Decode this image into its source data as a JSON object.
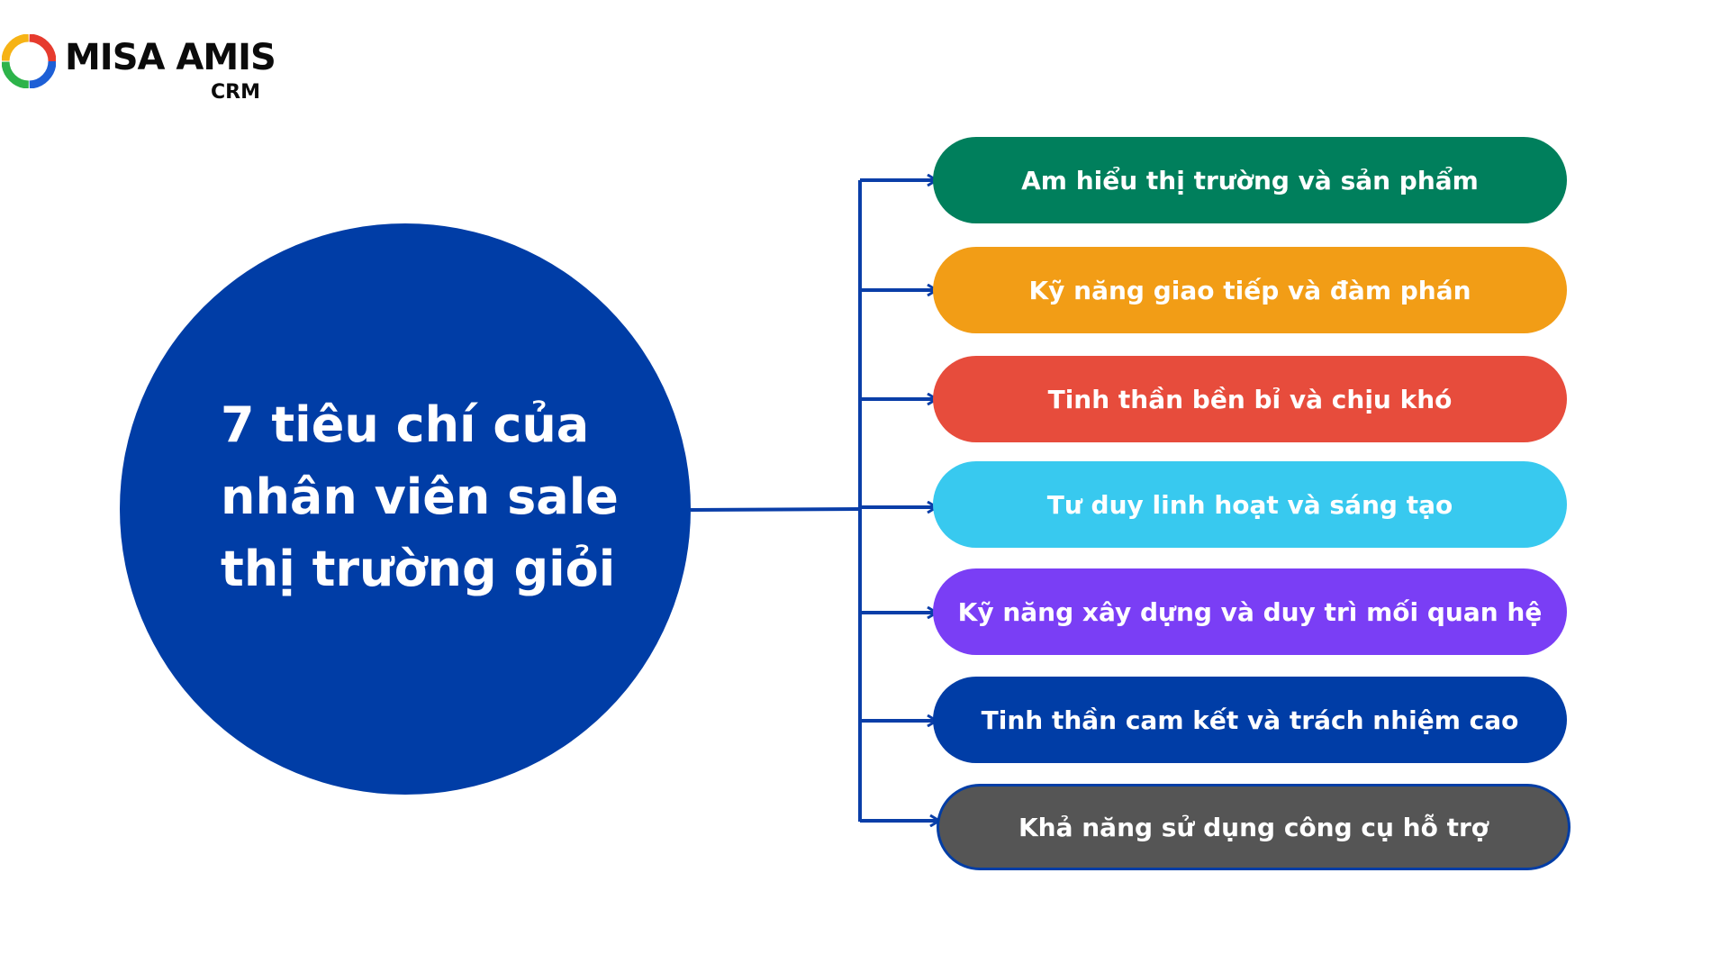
{
  "logo": {
    "brand": "MISA AMIS",
    "product": "CRM",
    "icon": "misa-amis-logo-icon"
  },
  "center": {
    "title": "7 tiêu chí của\nnhân viên sale\nthị trường giỏi",
    "color": "#003da6"
  },
  "criteria": [
    {
      "label": "Am hiểu thị trường và sản phẩm",
      "color": "#007f5c"
    },
    {
      "label": "Kỹ năng giao tiếp và đàm phán",
      "color": "#f29d16"
    },
    {
      "label": "Tinh thần bền bỉ và chịu khó",
      "color": "#e74c3c"
    },
    {
      "label": "Tư duy linh hoạt và sáng tạo",
      "color": "#38c9ef"
    },
    {
      "label": "Kỹ năng xây dựng và duy trì mối quan hệ",
      "color": "#7a3ef5"
    },
    {
      "label": "Tinh thần cam kết và trách nhiệm cao",
      "color": "#003da6"
    },
    {
      "label": "Khả năng sử dụng công cụ hỗ trợ",
      "color": "#555555"
    }
  ],
  "connector_color": "#0a3ea8"
}
